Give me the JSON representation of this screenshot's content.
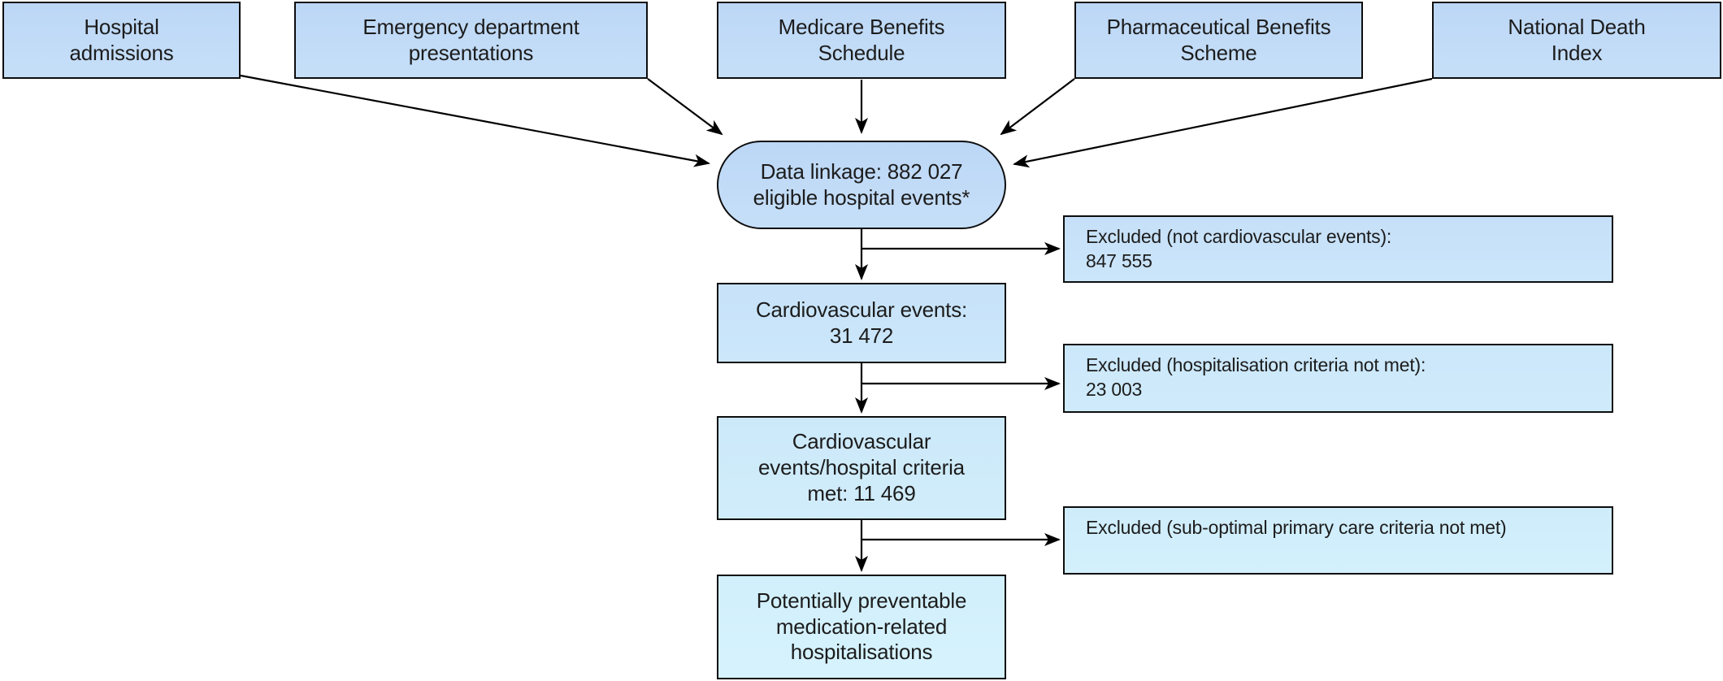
{
  "diagram": {
    "type": "flowchart",
    "description_visible": false,
    "colors": {
      "box_fill_top": "#bcd7f6",
      "box_fill_bottom": "#d6f3fd",
      "box_border": "#0d0d0d",
      "arrow": "#000000",
      "text": "#1c1c1c",
      "background": "#ffffff"
    },
    "nodes": {
      "source_hospital_admissions": "Hospital\nadmissions",
      "source_emergency_dept": "Emergency department\npresentations",
      "source_medicare": "Medicare Benefits\nSchedule",
      "source_pbs": "Pharmaceutical Benefits\nScheme",
      "source_ndi": "National Death\nIndex",
      "data_linkage": "Data linkage: 882 027\neligible hospital events*",
      "cardiovascular_events": "Cardiovascular events:\n31 472",
      "criteria_met": "Cardiovascular\nevents/hospital criteria\nmet: 11 469",
      "outcome": "Potentially preventable\nmedication-related\nhospitalisations",
      "excluded_not_cardiovascular": "Excluded (not cardiovascular events):\n847 555",
      "excluded_hospitalisation": "Excluded (hospitalisation criteria not met):\n23 003",
      "excluded_suboptimal_care": "Excluded (sub-optimal primary care criteria not met)"
    },
    "values": {
      "eligible_hospital_events": "882 027",
      "excluded_not_cardiovascular": "847 555",
      "cardiovascular_events": "31 472",
      "excluded_hospitalisation_criteria": "23 003",
      "cardiovascular_events_hospital_criteria_met": "11 469"
    },
    "footnote_marker": "*"
  }
}
